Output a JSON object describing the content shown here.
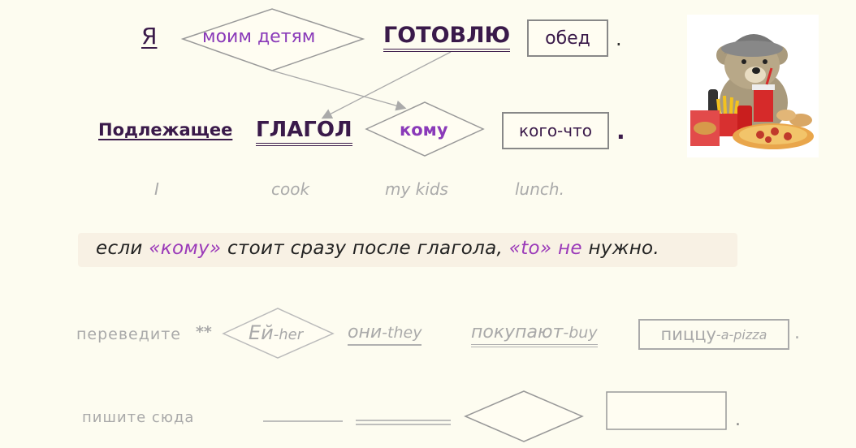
{
  "example": {
    "subject": "Я",
    "indirect_object": "моим детям",
    "verb": "ГОТОВЛЮ",
    "direct_object": "обед",
    "period": "."
  },
  "scheme": {
    "subject": "Подлежащее",
    "verb": "ГЛАГОЛ",
    "indirect_object": "кому",
    "direct_object": "кого-что",
    "period": "."
  },
  "translation": {
    "subject": "I",
    "verb": "cook",
    "indirect_object": "my kids",
    "direct_object": "lunch."
  },
  "rule": {
    "part1": "если ",
    "part2": "«кому»",
    "part3": " стоит сразу после глагола, ",
    "part4": "«to»",
    "part5": " ",
    "part6": "не",
    "part7": " нужно."
  },
  "exercise": {
    "prompt": "переведите",
    "stars": "**",
    "indirect_object_ru": "Ей",
    "indirect_object_en": "-her",
    "subject_ru": "они",
    "subject_en": "-they",
    "verb_ru": "покупают",
    "verb_en": "-buy",
    "object_ru": "пиццу",
    "object_en": "-a-pizza",
    "period": "."
  },
  "answer": {
    "prompt": "пишите сюда",
    "period": "."
  },
  "image": {
    "icon": "bear-with-fast-food-icon"
  },
  "colors": {
    "background": "#fdfcf0",
    "accent_purple": "#8a3ab9",
    "dark_purple": "#3a1a4a",
    "gray": "#aaaaaa"
  }
}
